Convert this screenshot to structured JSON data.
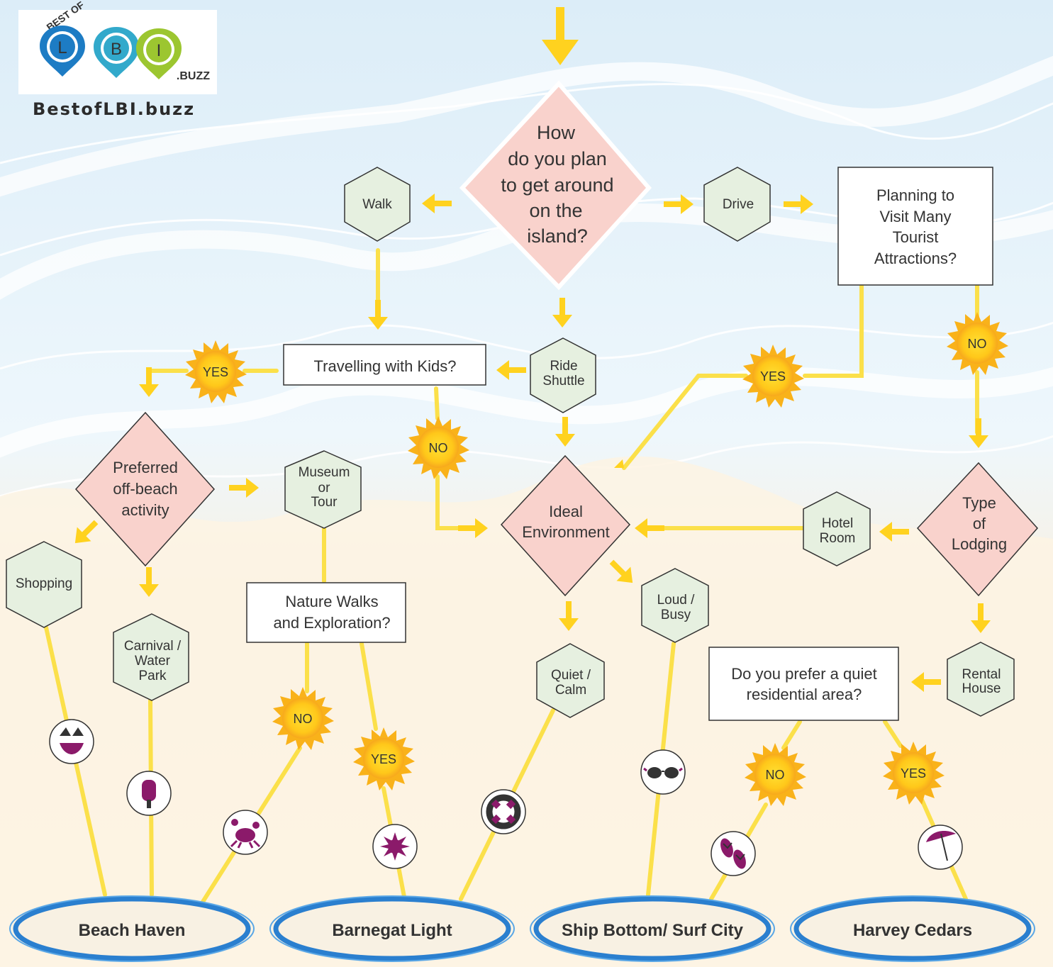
{
  "logo": {
    "top_text": "BEST OF",
    "letters": [
      "L",
      "B",
      "I"
    ],
    "suffix": ".BUZZ",
    "site": "BestofLBI.buzz"
  },
  "colors": {
    "diamond": "#f9d2cc",
    "hexagon": "#e6f0e0",
    "arrow": "#ffd21f",
    "line": "#fbe04a",
    "sun": "#ffd21f",
    "accent": "#8b1a6a",
    "oval_border": "#2a7fcf",
    "pin_blue": "#1d7cc4",
    "pin_teal": "#32a9cb",
    "pin_green": "#9cc630"
  },
  "nodes": {
    "start": [
      "How",
      "do you plan",
      "to get around",
      "on the",
      "island?"
    ],
    "walk": [
      "Walk"
    ],
    "drive": [
      "Drive"
    ],
    "planning": [
      "Planning to",
      "Visit Many",
      "Tourist",
      "Attractions?"
    ],
    "kids": [
      "Travelling with Kids?"
    ],
    "ride": [
      "Ride",
      "Shuttle"
    ],
    "offbeach": [
      "Preferred",
      "off-beach",
      "activity"
    ],
    "museum": [
      "Museum",
      "or",
      "Tour"
    ],
    "ideal": [
      "Ideal",
      "Environment"
    ],
    "hotel": [
      "Hotel",
      "Room"
    ],
    "lodging": [
      "Type",
      "of",
      "Lodging"
    ],
    "shopping": [
      "Shopping"
    ],
    "carnival": [
      "Carnival /",
      "Water",
      "Park"
    ],
    "nature": [
      "Nature Walks",
      "and Exploration?"
    ],
    "loud": [
      "Loud /",
      "Busy"
    ],
    "quiet": [
      "Quiet /",
      "Calm"
    ],
    "residential": [
      "Do you prefer a quiet",
      "residential area?"
    ],
    "rental": [
      "Rental",
      "House"
    ]
  },
  "answers": {
    "kids_yes": "YES",
    "kids_no": "NO",
    "planning_yes": "YES",
    "planning_no": "NO",
    "nature_no": "NO",
    "nature_yes": "YES",
    "residential_no": "NO",
    "residential_yes": "YES"
  },
  "icons": [
    "bikini-icon",
    "popsicle-icon",
    "crab-icon",
    "sea-urchin-icon",
    "life-ring-icon",
    "sunglasses-icon",
    "flip-flops-icon",
    "beach-umbrella-icon"
  ],
  "destinations": [
    "Beach Haven",
    "Barnegat Light",
    "Ship Bottom/ Surf City",
    "Harvey Cedars"
  ]
}
